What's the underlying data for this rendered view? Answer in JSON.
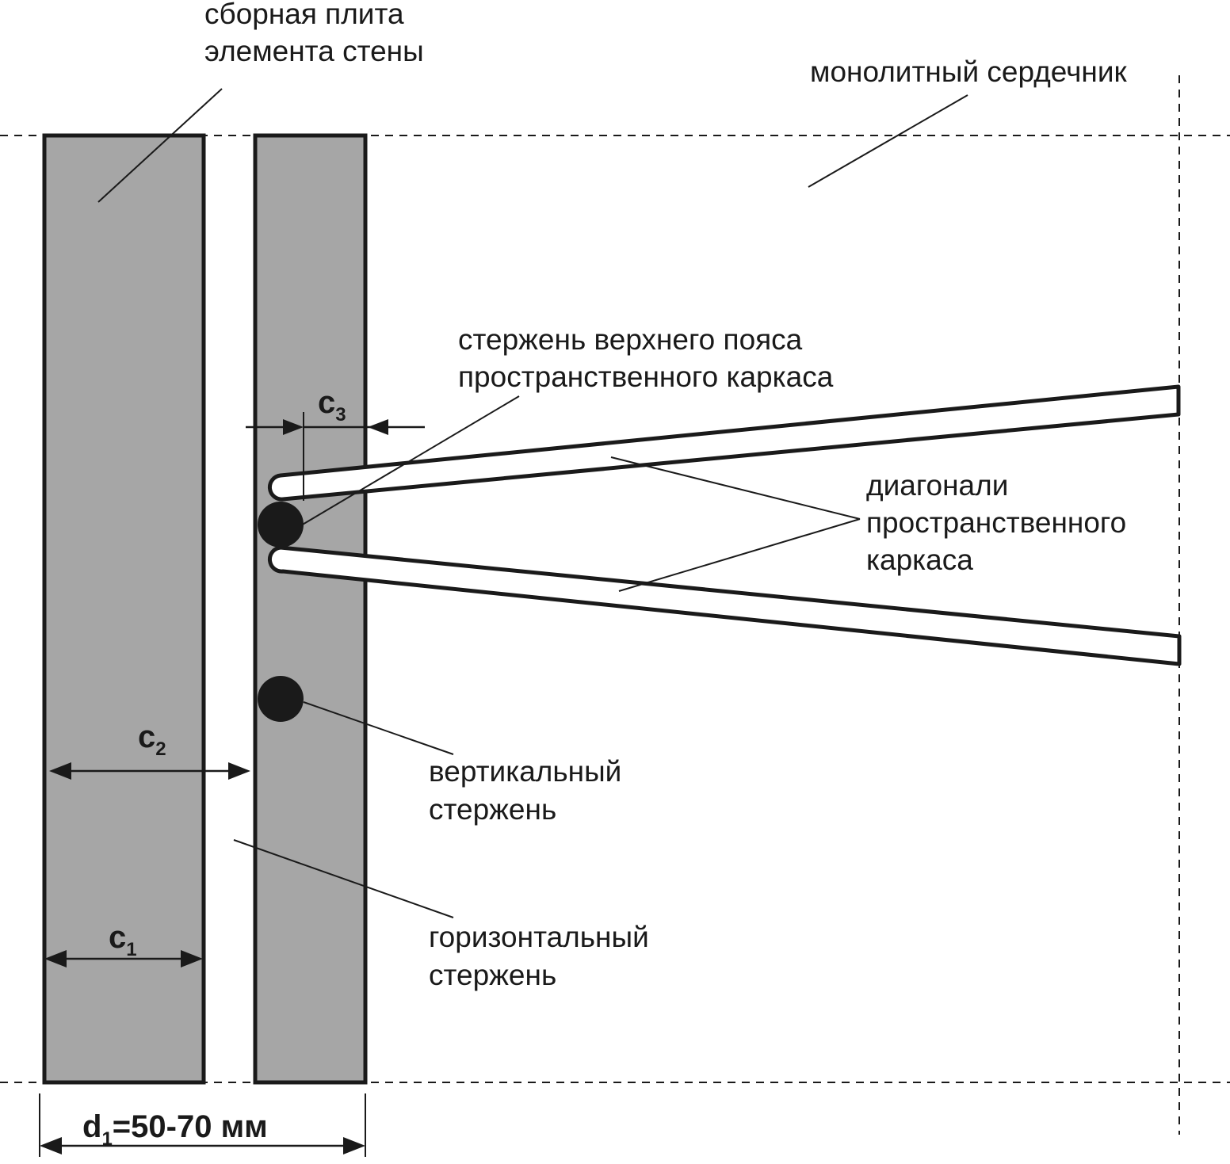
{
  "colors": {
    "slab_fill": "#a6a6a6",
    "stroke": "#1a1a1a",
    "rebar": "#1a1a1a",
    "background": "#ffffff"
  },
  "labels": {
    "precast_slab": [
      "сборная плита",
      "элемента стены"
    ],
    "monolithic_core": "монолитный сердечник",
    "top_chord_bar": [
      "стержень верхнего пояса",
      "пространственного каркаса"
    ],
    "diagonals": [
      "диагонали",
      "пространственного",
      "каркаса"
    ],
    "vertical_bar": [
      "вертикальный",
      "стержень"
    ],
    "horizontal_bar": [
      "горизонтальный",
      "стержень"
    ]
  },
  "dimensions": {
    "c1": {
      "main": "c",
      "sub": "1"
    },
    "c2": {
      "main": "c",
      "sub": "2"
    },
    "c3": {
      "main": "c",
      "sub": "3"
    },
    "d1": {
      "main": "d",
      "sub": "1",
      "value": "=50-70 мм"
    }
  }
}
